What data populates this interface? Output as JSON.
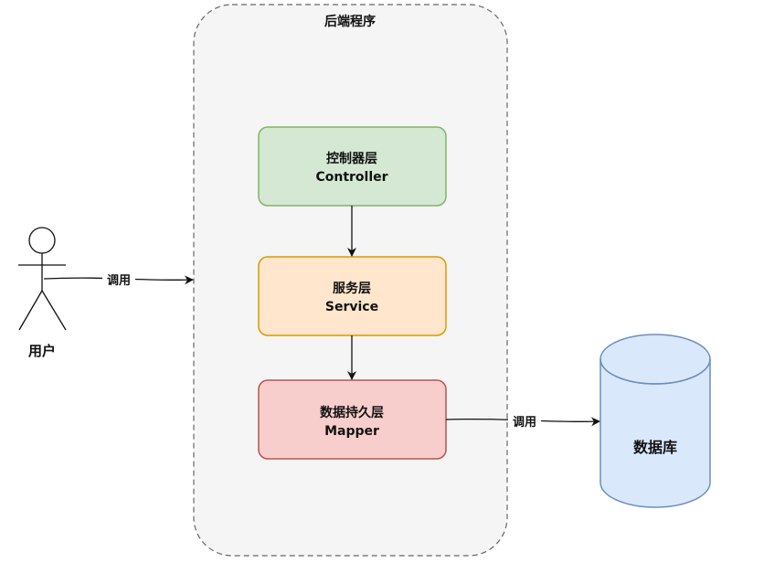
{
  "container": {
    "title": "后端程序",
    "fill": "#f5f5f5",
    "stroke": "#666666"
  },
  "actor": {
    "label": "用户"
  },
  "edges": {
    "user_call": "调用",
    "db_call": "调用"
  },
  "layers": [
    {
      "zh": "控制器层",
      "en": "Controller",
      "fill": "#d5e8d4",
      "stroke": "#82b366"
    },
    {
      "zh": "服务层",
      "en": "Service",
      "fill": "#ffe6cc",
      "stroke": "#d79b00"
    },
    {
      "zh": "数据持久层",
      "en": "Mapper",
      "fill": "#f8cecc",
      "stroke": "#b85450"
    }
  ],
  "database": {
    "label": "数据库",
    "fill": "#dae8fc",
    "stroke": "#6c8ebf"
  }
}
